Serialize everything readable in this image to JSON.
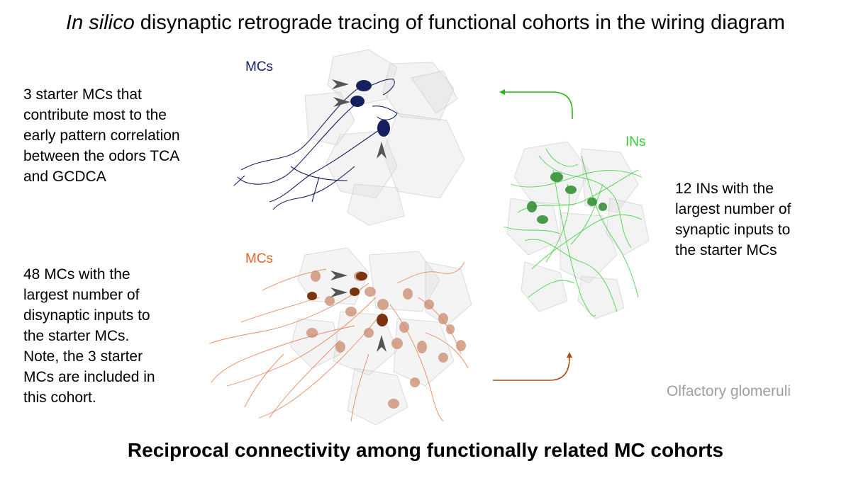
{
  "title": {
    "italic": "In silico",
    "rest": " disynaptic retrograde tracing of functional cohorts in the wiring diagram"
  },
  "labels": {
    "mcs_top": "MCs",
    "mcs_bottom": "MCs",
    "ins": "INs",
    "glomeruli": "Olfactory glomeruli"
  },
  "descriptions": {
    "starter_mcs": [
      "3 starter MCs that",
      "contribute most to the",
      "early pattern correlation",
      "between the odors TCA",
      "and GCDCA"
    ],
    "ins": [
      "12 INs with the",
      "largest number of",
      "synaptic inputs to",
      "the starter MCs"
    ],
    "mcs_cohort": [
      "48 MCs with the",
      "largest number of",
      "disynaptic inputs to",
      "the starter MCs.",
      "Note, the 3 starter",
      "MCs are included in",
      "this cohort."
    ]
  },
  "footer": "Reciprocal connectivity among functionally related MC cohorts",
  "colors": {
    "mc_dark": "#17205e",
    "in_green": "#33cc33",
    "mc_orange": "#e0662e",
    "arrow_green": "#22bb11",
    "arrow_brown": "#b04a10",
    "glomeruli_gray": "#a0a0a0",
    "arrowhead_gray": "#555555"
  }
}
